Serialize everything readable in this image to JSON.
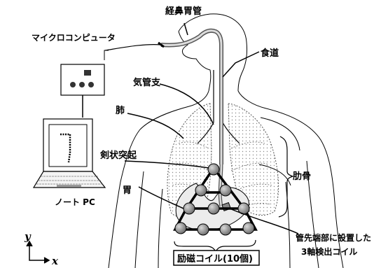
{
  "labels": {
    "nasogastric_tube": "経鼻胃管",
    "microcomputer": "マイクロコンピュータ",
    "esophagus": "食道",
    "bronchus": "気管支",
    "lung": "肺",
    "xiphoid": "剣状突起",
    "rib": "肋骨",
    "stomach": "胃",
    "note_pc": "ノート PC",
    "sensor_line1": "管先端部に設置した",
    "sensor_line2": "3軸検出コイル",
    "excitation_coils": "励磁コイル(10個)"
  },
  "axes": {
    "y": "y",
    "x": "x"
  },
  "coil_count": 10
}
